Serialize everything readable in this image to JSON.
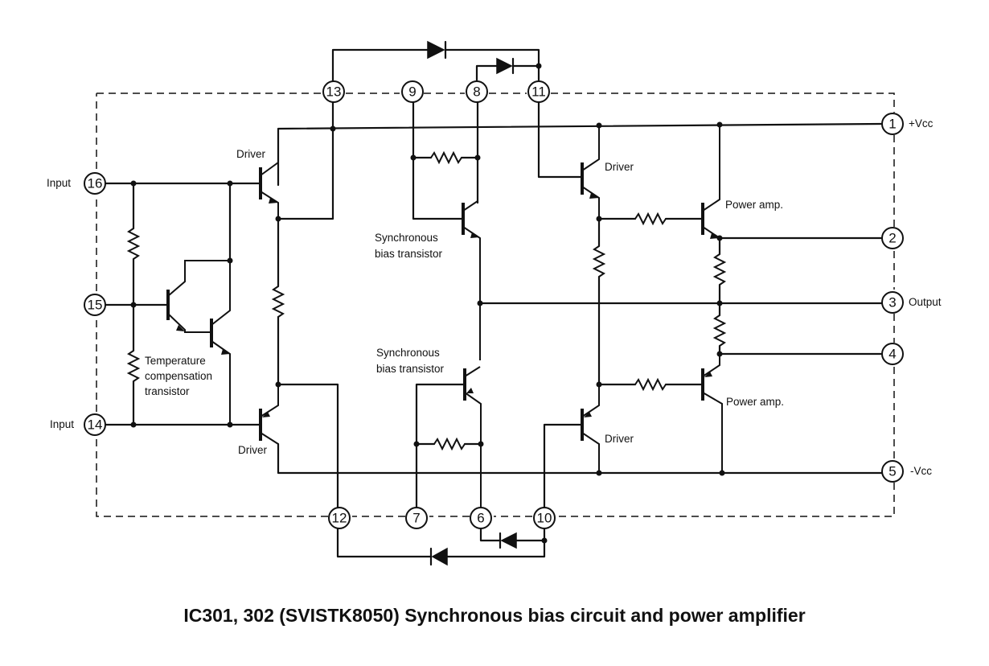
{
  "pins": {
    "p1": "1",
    "p2": "2",
    "p3": "3",
    "p4": "4",
    "p5": "5",
    "p6": "6",
    "p7": "7",
    "p8": "8",
    "p9": "9",
    "p10": "10",
    "p11": "11",
    "p12": "12",
    "p13": "13",
    "p14": "14",
    "p15": "15",
    "p16": "16"
  },
  "labels": {
    "vcc_pos": "+Vcc",
    "vcc_neg": "-Vcc",
    "output": "Output",
    "input_top": "Input",
    "input_bottom": "Input",
    "driver_top_left": "Driver",
    "driver_bottom_left": "Driver",
    "driver_top_right": "Driver",
    "driver_bottom_right": "Driver",
    "power_amp_top": "Power amp.",
    "power_amp_bottom": "Power amp.",
    "sync_top_line1": "Synchronous",
    "sync_top_line2": "bias transistor",
    "sync_bottom_line1": "Synchronous",
    "sync_bottom_line2": "bias transistor",
    "temp_line1": "Temperature",
    "temp_line2": "compensation",
    "temp_line3": "transistor"
  },
  "caption": "IC301, 302 (SVISTK8050) Synchronous bias circuit and power amplifier"
}
